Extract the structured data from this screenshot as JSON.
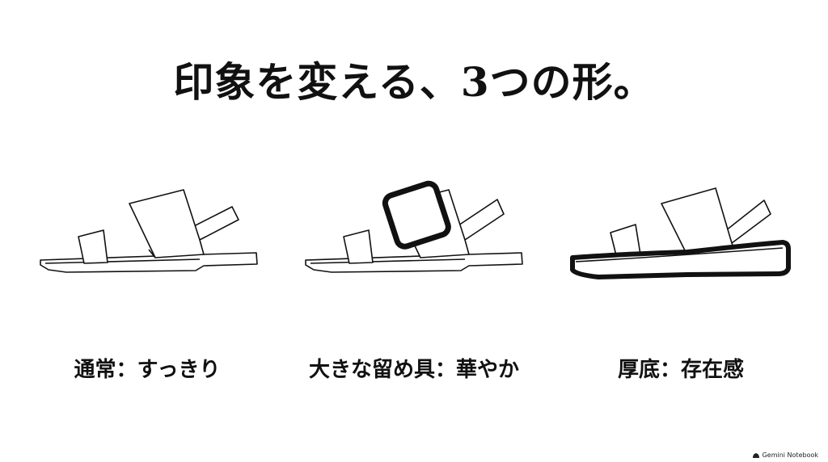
{
  "title": "印象を変える、3つの形。",
  "items": [
    {
      "caption": "通常：すっきり",
      "variant": "normal"
    },
    {
      "caption": "大きな留め具：華やか",
      "variant": "buckle"
    },
    {
      "caption": "厚底：存在感",
      "variant": "platform"
    }
  ],
  "footer": {
    "brand": "Gemini Notebook",
    "icon": "gemini-notebook-logo-icon"
  },
  "colors": {
    "stroke": "#111111",
    "background": "#ffffff"
  }
}
